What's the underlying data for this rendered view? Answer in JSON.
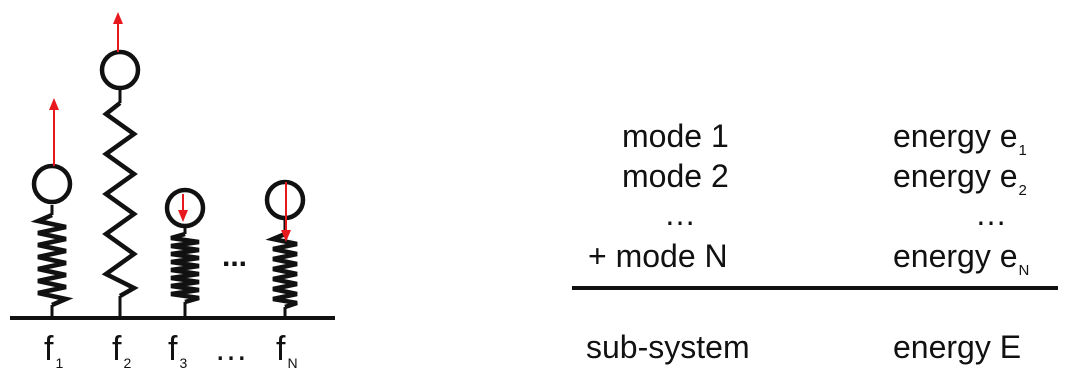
{
  "springs": {
    "labels": [
      {
        "base": "f",
        "sub": "1"
      },
      {
        "base": "f",
        "sub": "2"
      },
      {
        "base": "f",
        "sub": "3"
      },
      {
        "base": "…",
        "sub": ""
      },
      {
        "base": "f",
        "sub": "N"
      }
    ],
    "inline_ellipsis": "...",
    "arrow_color": "#e8191e"
  },
  "table": {
    "rows": [
      {
        "mode": "mode 1",
        "energy": "energy e",
        "energy_sub": "1"
      },
      {
        "mode": "mode 2",
        "energy": "energy e",
        "energy_sub": "2"
      },
      {
        "mode": "…",
        "energy": "…",
        "energy_sub": ""
      },
      {
        "mode": "+ mode N",
        "energy": "energy e",
        "energy_sub": "N"
      }
    ],
    "total": {
      "mode": "sub-system",
      "energy": "energy E"
    }
  }
}
